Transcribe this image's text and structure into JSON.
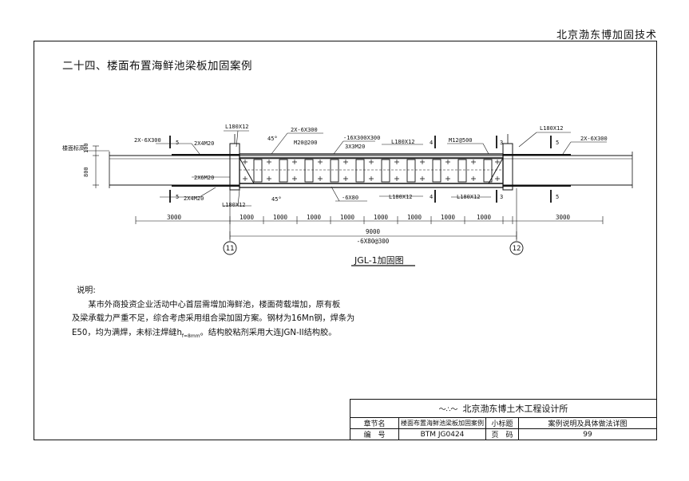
{
  "header": {
    "company": "北京渤东博加固技术"
  },
  "section": {
    "title": "二十四、楼面布置海鲜池梁板加固案例"
  },
  "drawing": {
    "caption": "JGL-1加固图",
    "axis_left": "11",
    "axis_right": "12",
    "labels": {
      "l180_a": "L180X12",
      "l180_b": "L180X12",
      "l180_c": "L180X12",
      "l180_d": "L180X12",
      "l180_e": "L180X12",
      "l180_f": "L180X12",
      "plate_left": "2X-6X300",
      "plate_mid": "2X-6X300",
      "plate_right": "2X-6X300",
      "bolt_top_left": "2X4M20",
      "bolt_bot_left": "2X4M20",
      "bolt_side": "2X6M20",
      "bolt_grid": "M20@200",
      "top_plate": "-16X300X300",
      "bolt_3": "3X3M20",
      "m12": "M12@500",
      "bottom_plate": "-6X80",
      "floor_level": "楼面标高",
      "angle_a": "45°",
      "angle_b": "45°",
      "height_100": "100",
      "height_800": "800",
      "sec5_a": "5",
      "sec5_b": "5",
      "sec5_c": "5",
      "sec5_d": "5",
      "sec4_a": "4",
      "sec4_b": "4",
      "sec3_a": "3",
      "sec3_b": "3"
    },
    "dimensions": {
      "spans": [
        "3000",
        "1000",
        "1000",
        "1000",
        "1000",
        "1000",
        "1000",
        "1000",
        "1000",
        "3000"
      ],
      "total": "9000",
      "strip": "-6X80@300"
    }
  },
  "notes": {
    "heading": "说明:",
    "line1": "某市外商投资企业活动中心首层需增加海鲜池，楼面荷载增加，原有板",
    "line2": "及梁承载力严重不足，综合考虑采用组合梁加固方案。钢材为16Mn钢，焊条为",
    "line3": "E50，均为满焊，未标注焊缝h",
    "line3_sub": "f=8mm",
    "line3_end": "。结构胶粘剂采用大连JGN-II结构胶。"
  },
  "title_block": {
    "company": "北京渤东博土木工程设计所",
    "row1": {
      "label": "章节名",
      "value": "楼面布置海鲜池梁板加固案例",
      "label2": "小标题",
      "value2": "案例说明及具体做法详图"
    },
    "row2": {
      "label": "编　号",
      "value": "BTM JG0424",
      "label2": "页　码",
      "value2": "99"
    }
  }
}
